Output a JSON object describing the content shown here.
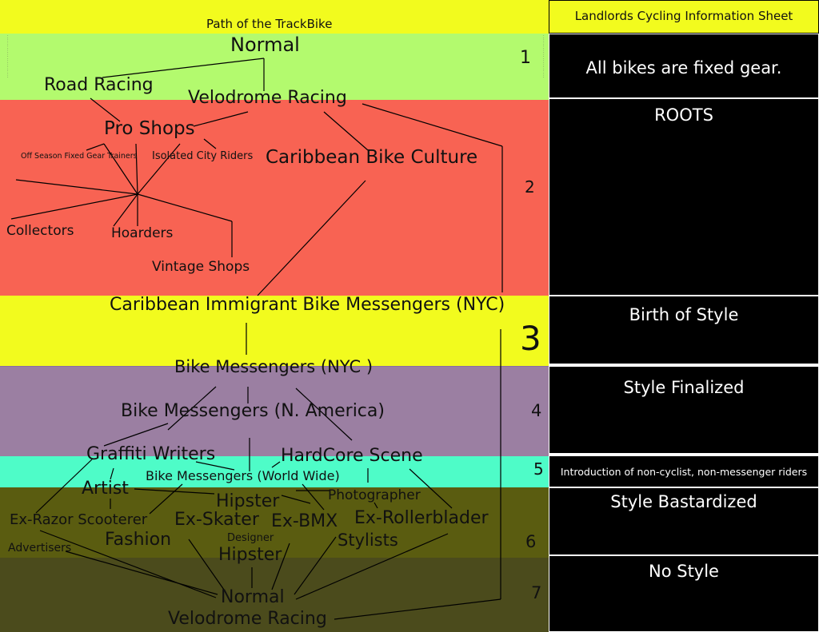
{
  "header": {
    "path_title": "Path of the TrackBike",
    "sheet_title": "Landlords Cycling Information Sheet"
  },
  "bands": [
    {
      "number": "1",
      "color": "#b3fa6e"
    },
    {
      "number": "2",
      "color": "#f86353"
    },
    {
      "number": "3",
      "color": "#f2fb1e"
    },
    {
      "number": "4",
      "color": "#9b7fa2"
    },
    {
      "number": "5",
      "color": "#4efcc8"
    },
    {
      "number": "6",
      "color": "#5a5c10"
    },
    {
      "number": "7",
      "color": "#4b4b1c"
    }
  ],
  "sidebar": [
    {
      "text": "All bikes are fixed gear."
    },
    {
      "text": "ROOTS"
    },
    {
      "text": "Birth of Style"
    },
    {
      "text": "Style Finalized"
    },
    {
      "text": "Introduction of non-cyclist, non-messenger riders"
    },
    {
      "text": "Style Bastardized"
    },
    {
      "text": "No Style"
    }
  ],
  "nodes": {
    "normal_top": "Normal",
    "road_racing": "Road Racing",
    "velodrome_racing_top": "Velodrome Racing",
    "pro_shops": "Pro Shops",
    "off_season": "Off Season Fixed Gear Trainers",
    "isolated_city": "Isolated City Riders",
    "caribbean_culture": "Caribbean Bike Culture",
    "collectors": "Collectors",
    "hoarders": "Hoarders",
    "vintage_shops": "Vintage Shops",
    "caribbean_messengers": "Caribbean Immigrant Bike Messengers (NYC)",
    "messengers_nyc": "Bike Messengers (NYC )",
    "messengers_na": "Bike Messengers (N. America)",
    "graffiti": "Graffiti Writers",
    "hardcore": "HardCore Scene",
    "messengers_ww": "Bike Messengers (World Wide)",
    "artist": "Artist",
    "hipster_1": "Hipster",
    "photographer": "Photographer",
    "ex_razor": "Ex-Razor Scooterer",
    "ex_skater": "Ex-Skater",
    "ex_bmx": "Ex-BMX",
    "ex_rollerblader": "Ex-Rollerblader",
    "advertisers": "Advertisers",
    "fashion": "Fashion",
    "designer": "Designer",
    "stylists": "Stylists",
    "hipster_2": "Hipster",
    "normal_bottom": "Normal",
    "velodrome_racing_bottom": "Velodrome Racing"
  }
}
